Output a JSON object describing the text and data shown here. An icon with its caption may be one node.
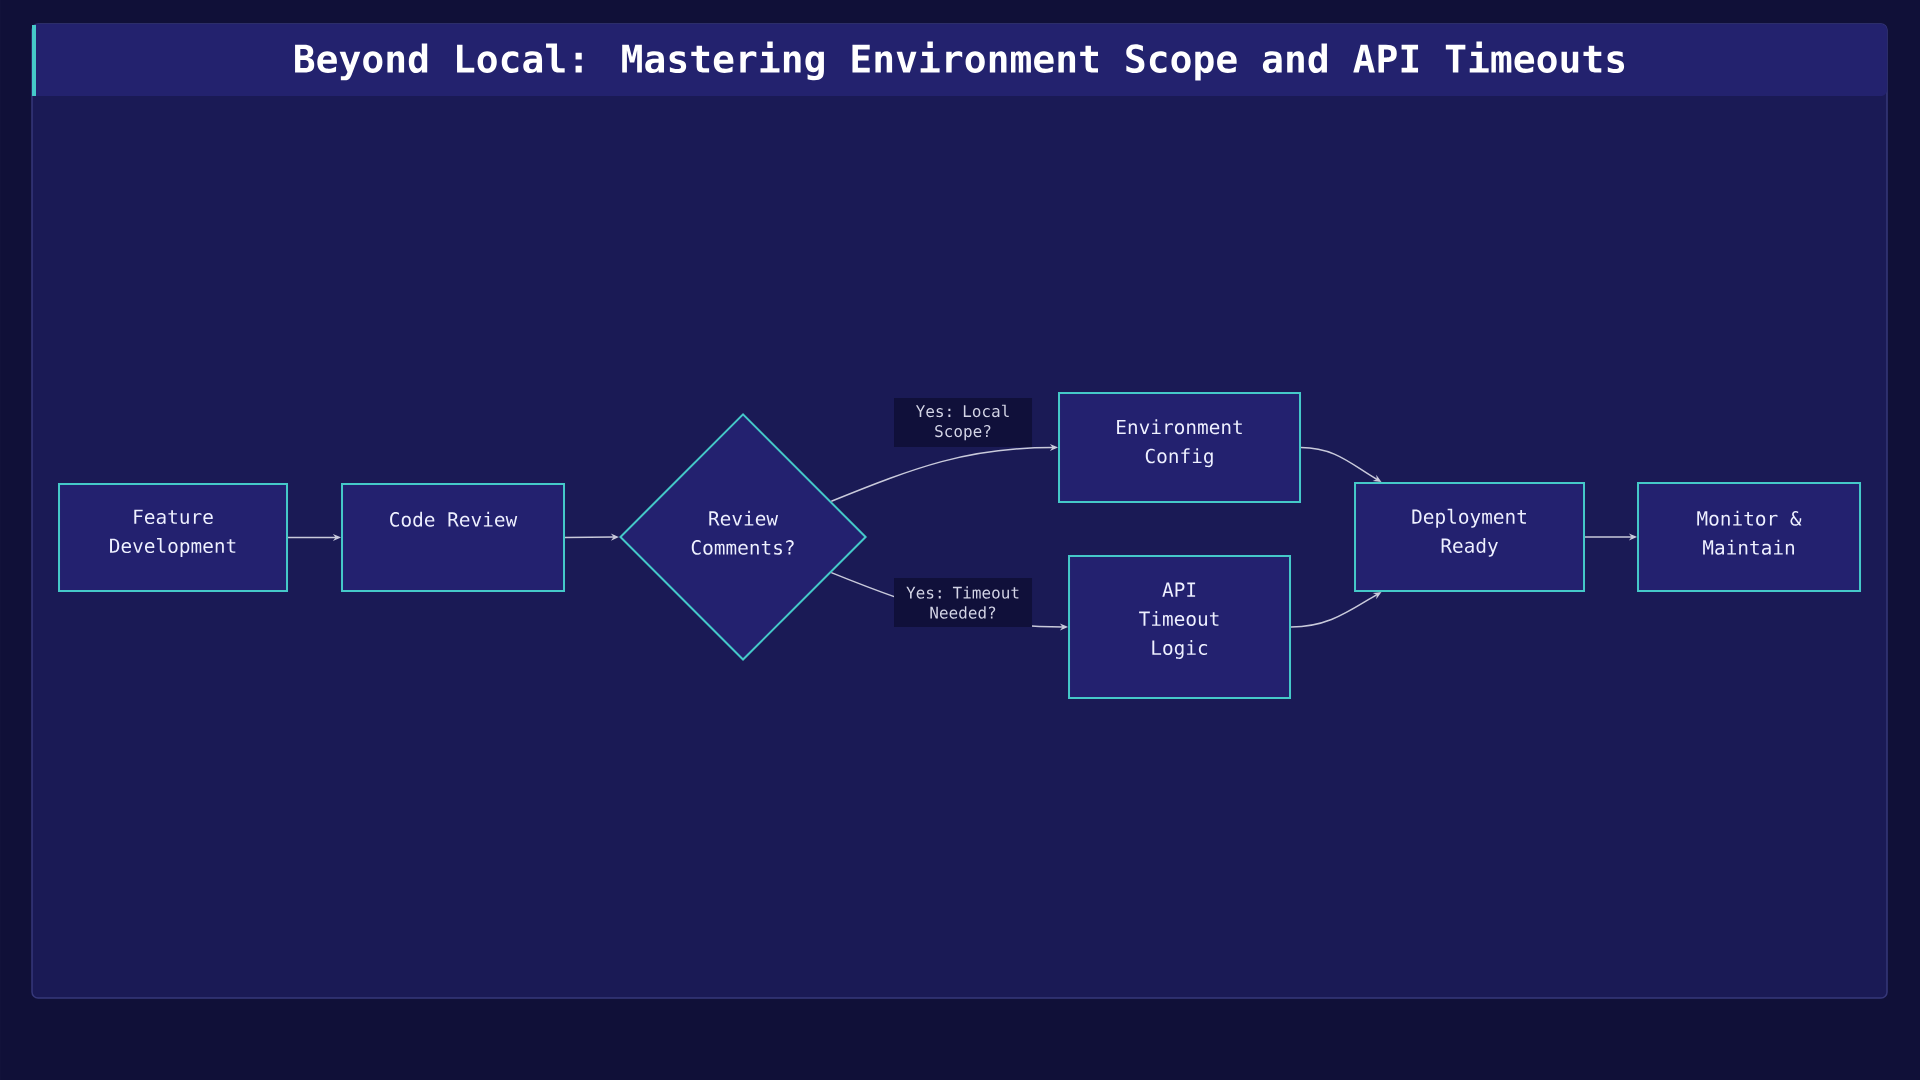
{
  "diagram": {
    "title": "Beyond Local: Mastering Environment Scope and API Timeouts",
    "nodes": [
      {
        "text": [
          "Feature Development"
        ]
      },
      {
        "text": [
          "Code Review"
        ]
      },
      {
        "text": [
          "Review Comments?"
        ]
      },
      {
        "text": [
          "Environment Config"
        ]
      },
      {
        "text": [
          "API Timeout Logic"
        ]
      },
      {
        "text": [
          "Deployment Ready"
        ]
      },
      {
        "text": [
          "Monitor & Maintain"
        ]
      }
    ],
    "edges": [
      {
        "from": 0,
        "to": 1,
        "arrow": "to"
      },
      {
        "from": 1,
        "to": 2,
        "arrow": "to"
      },
      {
        "from": 2,
        "to": 3,
        "arrow": "to",
        "label": "Yes: Local Scope?"
      },
      {
        "from": 2,
        "to": 4,
        "arrow": "to",
        "label": "Yes: Timeout Needed?"
      },
      {
        "from": 3,
        "to": 5,
        "arrow": "to"
      },
      {
        "from": 4,
        "to": 5,
        "arrow": "to"
      },
      {
        "from": 5,
        "to": 6,
        "arrow": "to"
      }
    ]
  }
}
